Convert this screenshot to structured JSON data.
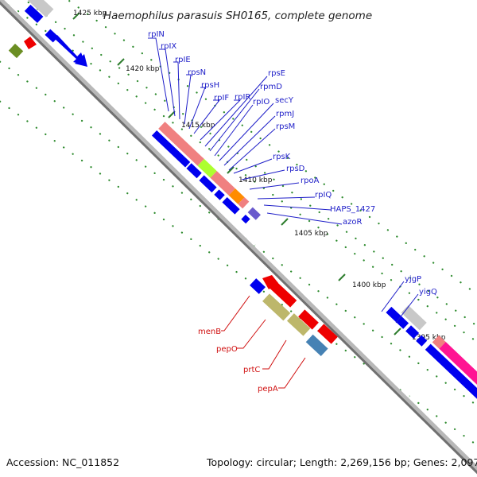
{
  "title": "Haemophilus parasuis SH0165, complete genome",
  "footer": {
    "accession": "Accession: NC_011852",
    "summary": "Topology: circular; Length: 2,269,156 bp; Genes: 2,097"
  },
  "ticks": [
    "1425 kbp",
    "1420 kbp",
    "1415 kbp",
    "1410 kbp",
    "1405 kbp",
    "1400 kbp",
    "1395 kbp"
  ],
  "gene_labels_blue": [
    "rpIN",
    "rpIX",
    "rpIE",
    "rpsN",
    "rpsH",
    "rpIF",
    "rpIR",
    "rpsE",
    "rpmD",
    "rpIO",
    "secY",
    "rpmJ",
    "rpsM",
    "rpsK",
    "rpsD",
    "rpoA",
    "rpIQ",
    "HAPS_1427",
    "azoR",
    "yjgP",
    "yigQ"
  ],
  "gene_labels_red": [
    "menB",
    "pepO",
    "prtC",
    "pepA"
  ],
  "colors": {
    "backbone": "#808080",
    "forward_strand": "#0000ee",
    "ribosomal": "#f08080",
    "label_blue": "#1e1ec8",
    "label_red": "#d01010",
    "tick_dash": "#2e7d2e",
    "gc_dot": "#2e8b2e"
  }
}
